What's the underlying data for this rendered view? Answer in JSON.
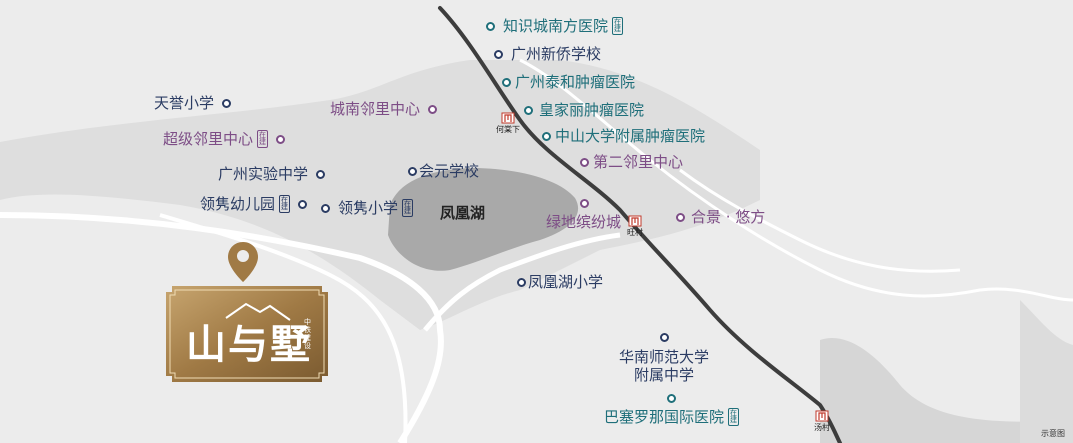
{
  "map": {
    "lake_label": "凤凰湖",
    "scale_note": "示意图",
    "colors": {
      "background": "#ececec",
      "district_fill": "#d9d9d9",
      "lake_fill": "#a9a9a9",
      "road": "#ffffff",
      "metro_line": "#3d3d3d",
      "teal_label": "#1f6f7a",
      "navy_label": "#2b3c63",
      "purple_label": "#7d4d86",
      "pin_gold": "#a07a45"
    }
  },
  "pois": [
    {
      "id": "zhishicheng-hospital",
      "label": "知识城南方医院",
      "status_tag": "在建",
      "category": "hospital"
    },
    {
      "id": "xinqiao-school",
      "label": "广州新侨学校",
      "category": "school"
    },
    {
      "id": "taihe-hospital",
      "label": "广州泰和肿瘤医院",
      "category": "hospital"
    },
    {
      "id": "huangjiali-hospital",
      "label": "皇家丽肿瘤医院",
      "category": "hospital"
    },
    {
      "id": "sysu-hospital",
      "label": "中山大学附属肿瘤医院",
      "category": "hospital"
    },
    {
      "id": "dier-center",
      "label": "第二邻里中心",
      "category": "community"
    },
    {
      "id": "tianyu-school",
      "label": "天誉小学",
      "category": "school"
    },
    {
      "id": "chaoji-center",
      "label": "超级邻里中心",
      "status_tag": "在建",
      "category": "community"
    },
    {
      "id": "chengnan-center",
      "label": "城南邻里中心",
      "category": "community"
    },
    {
      "id": "huiyuan-school",
      "label": "会元学校",
      "category": "school"
    },
    {
      "id": "shiyan-school",
      "label": "广州实验中学",
      "category": "school"
    },
    {
      "id": "lingjun-kindergarten",
      "label": "领隽幼儿园",
      "status_tag": "在建",
      "category": "school"
    },
    {
      "id": "lingjun-school",
      "label": "领隽小学",
      "status_tag": "在建",
      "category": "school"
    },
    {
      "id": "lvdi-mall",
      "label": "绿地缤纷城",
      "category": "community"
    },
    {
      "id": "hejing",
      "label": "合景 · 悠方",
      "category": "community"
    },
    {
      "id": "fenghuanghu-school",
      "label": "凤凰湖小学",
      "category": "school"
    },
    {
      "id": "scnu-school",
      "label": "华南师范大学",
      "label2": "附属中学",
      "category": "school"
    },
    {
      "id": "barcelona-hospital",
      "label": "巴塞罗那国际医院",
      "status_tag": "在建",
      "category": "hospital"
    }
  ],
  "metro_stations": [
    {
      "id": "heyexia",
      "label": "何棠下"
    },
    {
      "id": "wangcun",
      "label": "旺村"
    },
    {
      "id": "tangcun",
      "label": "汤村"
    }
  ],
  "project": {
    "name": "山与墅",
    "sub": "中铁建设"
  }
}
